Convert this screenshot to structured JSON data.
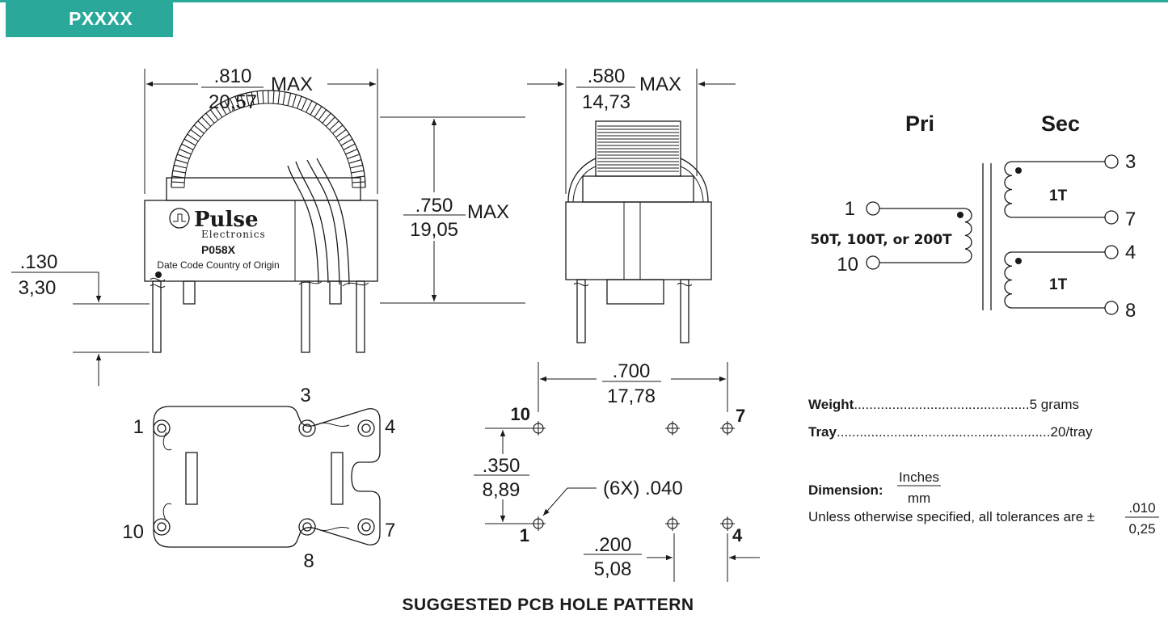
{
  "header": {
    "tab_label": "PXXXX"
  },
  "front_view": {
    "width_in": ".810",
    "width_mm": "20,57",
    "width_suffix": "MAX",
    "height_in": ".750",
    "height_mm": "19,05",
    "height_suffix": "MAX",
    "standoff_in": ".130",
    "standoff_mm": "3,30",
    "logo_text": "Pulse",
    "logo_subtext": "Electronics",
    "part_number": "P058X",
    "marking_text": "Date Code Country of Origin"
  },
  "side_view": {
    "width_in": ".580",
    "width_mm": "14,73",
    "width_suffix": "MAX"
  },
  "bottom_view": {
    "pins": {
      "p1": "1",
      "p3": "3",
      "p4": "4",
      "p10": "10",
      "p8": "8",
      "p7": "7"
    }
  },
  "pcb_pattern": {
    "span_in": ".700",
    "span_mm": "17,78",
    "row_in": ".350",
    "row_mm": "8,89",
    "pitch_in": ".200",
    "pitch_mm": "5,08",
    "hole_callout": "(6X) .040",
    "pins": {
      "p10": "10",
      "p7": "7",
      "p1": "1",
      "p4": "4"
    },
    "caption": "SUGGESTED PCB HOLE PATTERN"
  },
  "schematic": {
    "pri_label": "Pri",
    "sec_label": "Sec",
    "pins": {
      "p1": "1",
      "p10": "10",
      "p3": "3",
      "p7": "7",
      "p4": "4",
      "p8": "8"
    },
    "primary_turns": "50T, 100T, or 200T",
    "sec1_turns": "1T",
    "sec2_turns": "1T"
  },
  "specs": {
    "weight_label": "Weight",
    "weight_leader": "..............................................",
    "weight_value": "5 grams",
    "tray_label": "Tray",
    "tray_leader": "........................................................",
    "tray_value": "20/tray",
    "dimension_label": "Dimension:",
    "dimension_num": "Inches",
    "dimension_den": "mm",
    "tolerance_text": "Unless otherwise specified, all tolerances are ±",
    "tolerance_num": ".010",
    "tolerance_den": "0,25"
  }
}
